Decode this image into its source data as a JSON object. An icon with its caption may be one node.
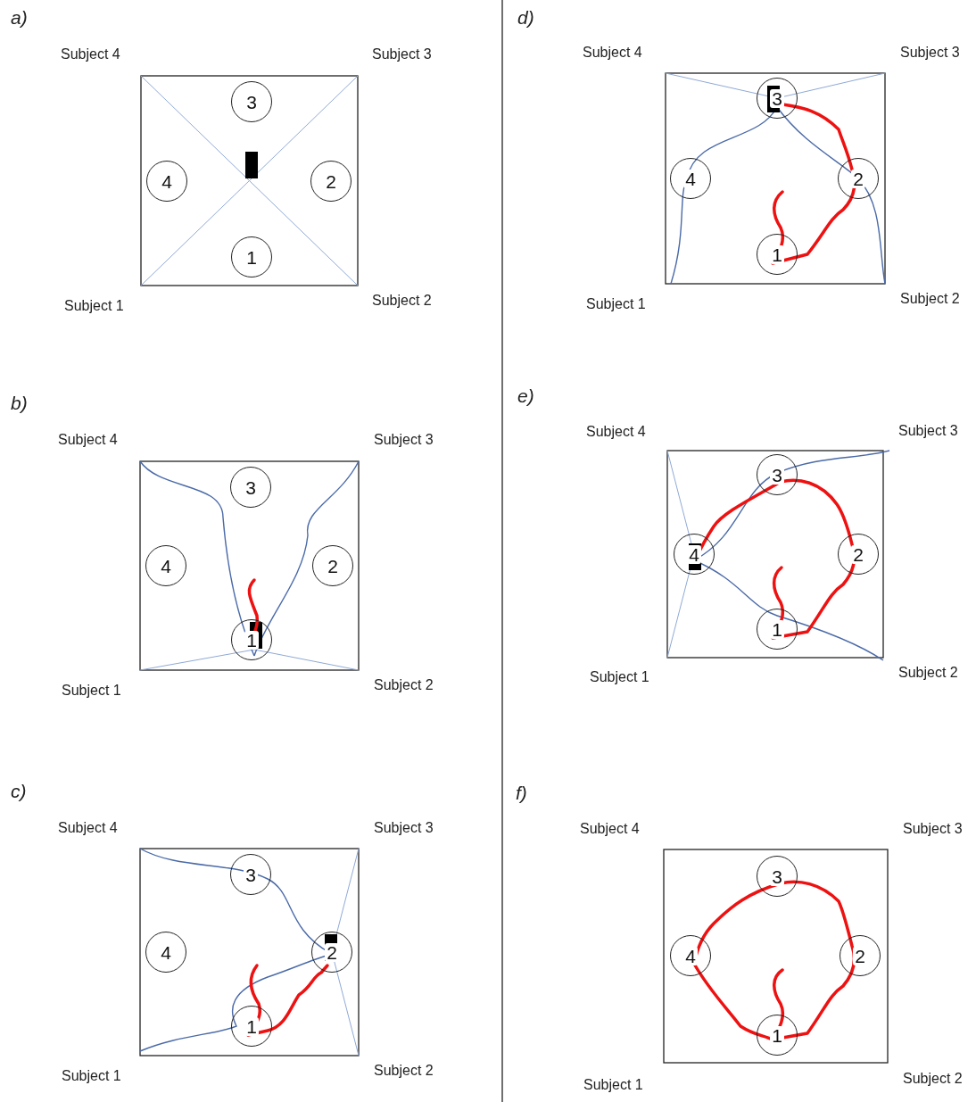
{
  "diagram": {
    "nodes": [
      {
        "text": [
          "3"
        ]
      },
      {
        "text": [
          "4"
        ]
      },
      {
        "text": [
          "2"
        ]
      },
      {
        "text": [
          "1"
        ]
      },
      {
        "text": [
          "3"
        ]
      },
      {
        "text": [
          "4"
        ]
      },
      {
        "text": [
          "2"
        ]
      },
      {
        "text": [
          "1"
        ]
      },
      {
        "text": [
          "3"
        ]
      },
      {
        "text": [
          "4"
        ]
      },
      {
        "text": [
          "2"
        ]
      },
      {
        "text": [
          "1"
        ]
      },
      {
        "text": [
          "3"
        ]
      },
      {
        "text": [
          "4"
        ]
      },
      {
        "text": [
          "2"
        ]
      },
      {
        "text": [
          "1"
        ]
      },
      {
        "text": [
          "3"
        ]
      },
      {
        "text": [
          "4"
        ]
      },
      {
        "text": [
          "2"
        ]
      },
      {
        "text": [
          "1"
        ]
      },
      {
        "text": [
          "3"
        ]
      },
      {
        "text": [
          "4"
        ]
      },
      {
        "text": [
          "2"
        ]
      },
      {
        "text": [
          "1"
        ]
      }
    ],
    "edges": [],
    "labels": [
      "a)",
      "Subject 4",
      "Subject 3",
      "Subject 1",
      "Subject 2",
      "b)",
      "Subject 4",
      "Subject 3",
      "Subject 1",
      "Subject 2",
      "c)",
      "Subject 4",
      "Subject 3",
      "Subject 1",
      "Subject 2",
      "d)",
      "Subject 4",
      "Subject 3",
      "Subject 1",
      "Subject 2",
      "e)",
      "Subject 4",
      "Subject 3",
      "Subject 1",
      "Subject 2",
      "f)",
      "Subject 4",
      "Subject 3",
      "Subject 1",
      "Subject 2"
    ]
  }
}
